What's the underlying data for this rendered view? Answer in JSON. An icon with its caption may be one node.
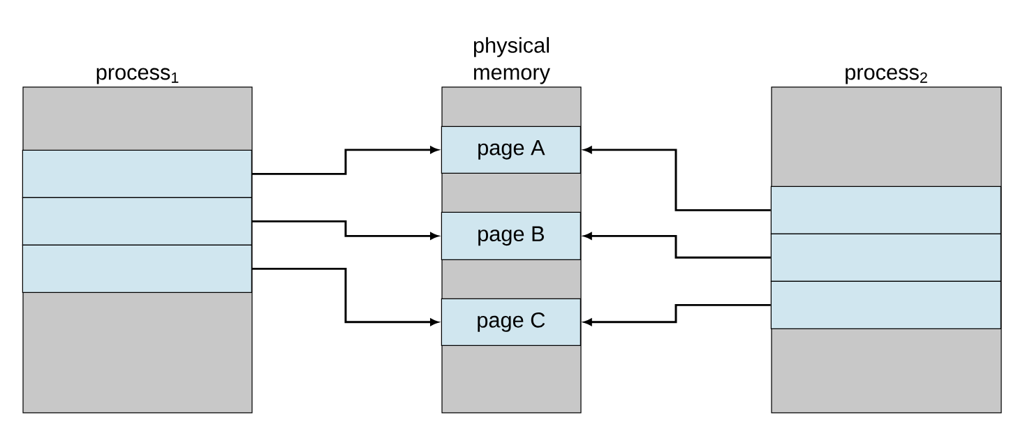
{
  "diagram": {
    "nodes": [
      {
        "text": [
          "process$_{1}$"
        ]
      },
      {
        "text": [
          "physical memory"
        ]
      },
      {
        "text": [
          "process$_{2}$"
        ]
      },
      {
        "text": [],
        "shape": "box",
        "in": 0
      },
      {
        "text": [],
        "shape": "box",
        "in": 0
      },
      {
        "text": [],
        "shape": "box",
        "in": 0
      },
      {
        "text": [
          "page A"
        ],
        "in": 1
      },
      {
        "text": [
          "page B"
        ],
        "in": 1
      },
      {
        "text": [
          "page C"
        ],
        "in": 1
      },
      {
        "text": [],
        "shape": "box",
        "in": 2
      },
      {
        "text": [],
        "shape": "box",
        "in": 2
      },
      {
        "text": [],
        "shape": "box",
        "in": 2
      }
    ],
    "edges": [
      {
        "from": 3,
        "to": 6,
        "arrow": "to"
      },
      {
        "from": 4,
        "to": 7,
        "arrow": "to"
      },
      {
        "from": 5,
        "to": 8,
        "arrow": "to"
      },
      {
        "from": 9,
        "to": 6,
        "arrow": "to"
      },
      {
        "from": 10,
        "to": 7,
        "arrow": "to"
      },
      {
        "from": 11,
        "to": 8,
        "arrow": "to"
      }
    ]
  }
}
